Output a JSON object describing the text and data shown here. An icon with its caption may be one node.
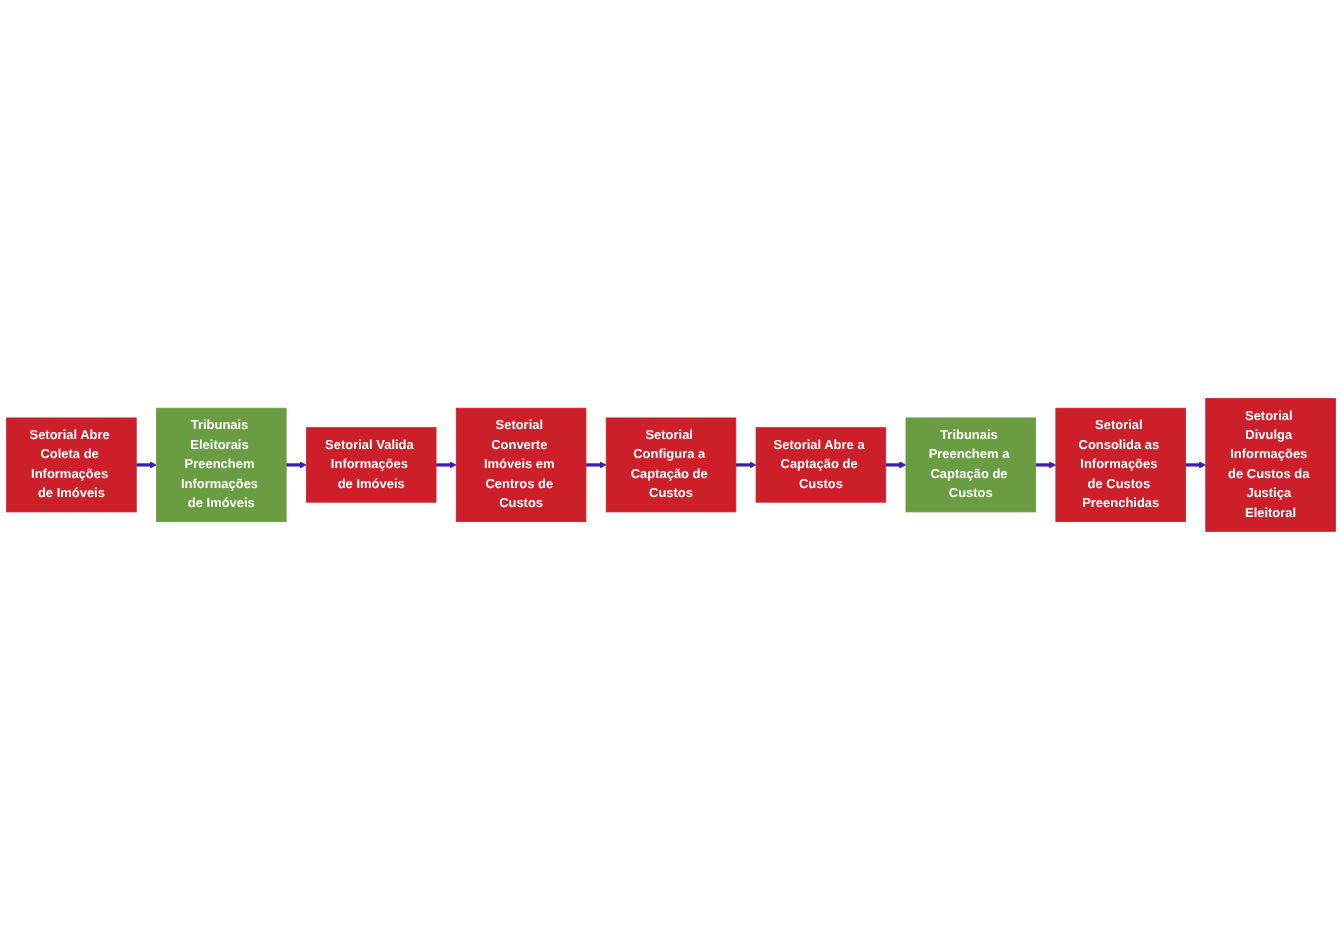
{
  "diagram": {
    "nodes": [
      {
        "text": [
          "Setorial Abre Coleta de Informações de Imóveis"
        ]
      },
      {
        "text": [
          "Tribunais Eleitorais Preenchem Informações de Imóveis"
        ]
      },
      {
        "text": [
          "Setorial Valida Informações de Imóveis"
        ]
      },
      {
        "text": [
          "Setorial Abre a Captação de Custos"
        ]
      },
      {
        "text": [
          "Setorial Configura a Captação de Custos"
        ]
      },
      {
        "text": [
          "Setorial Converte Imóveis em Centros de Custos"
        ]
      },
      {
        "text": [
          "Tribunais Preenchem a Captação de Custos"
        ]
      },
      {
        "text": [
          "Setorial Consolida as Informações de Custos Preenchidas"
        ]
      },
      {
        "text": [
          "Setorial Divulga Informações de Custos da Justiça Eleitoral"
        ]
      }
    ],
    "edges": [
      {
        "from": 0,
        "to": 1,
        "arrow": "to"
      },
      {
        "from": 1,
        "to": 2,
        "arrow": "to"
      },
      {
        "from": 2,
        "to": 5,
        "arrow": "to"
      },
      {
        "from": 5,
        "to": 4,
        "arrow": "to"
      },
      {
        "from": 4,
        "to": 3,
        "arrow": "to"
      },
      {
        "from": 3,
        "to": 6,
        "arrow": "to"
      },
      {
        "from": 6,
        "to": 7,
        "arrow": "to"
      },
      {
        "from": 7,
        "to": 8,
        "arrow": "to"
      }
    ]
  }
}
